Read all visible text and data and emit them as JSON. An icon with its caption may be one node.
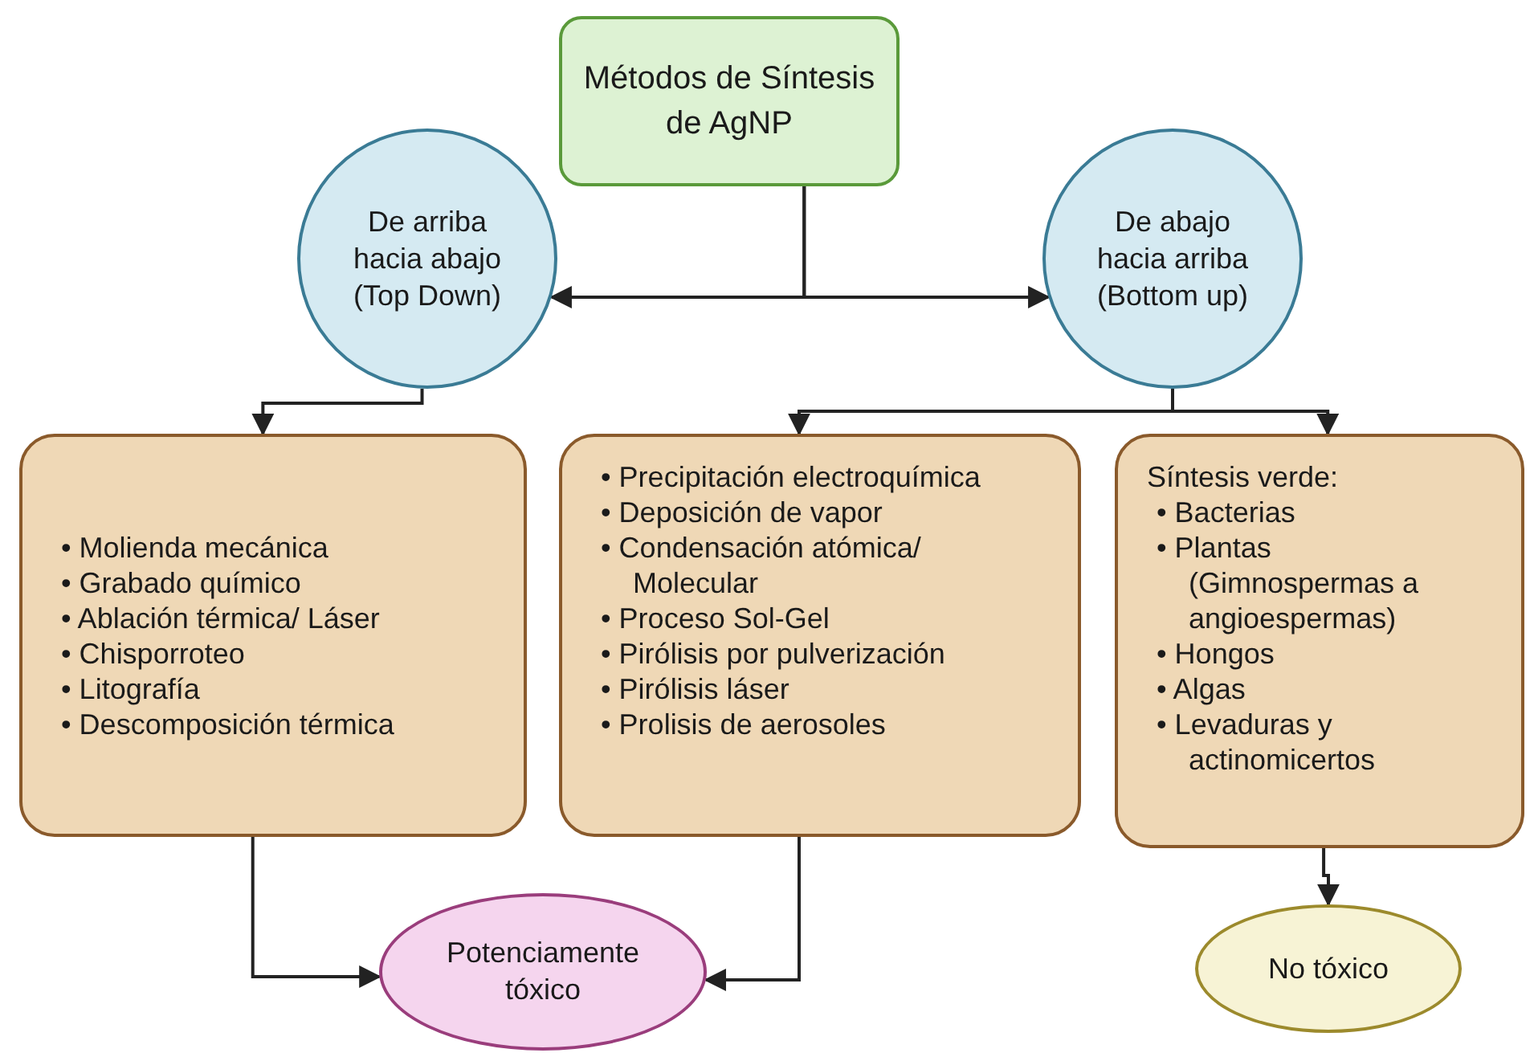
{
  "diagram": {
    "nodes": [
      {
        "text": [
          "Métodos de Síntesis de AgNP"
        ]
      },
      {
        "text": [
          "De arriba hacia abajo (Top Down)"
        ]
      },
      {
        "text": [
          "De abajo hacia arriba (Bottom up)"
        ]
      },
      {
        "text": [
          "• Molienda mecánica",
          "• Grabado químico",
          "• Ablación térmica/ Láser",
          "• Chisporroteo",
          "• Litografía",
          "• Descomposición térmica"
        ]
      },
      {
        "text": [
          "• Precipitación electroquímica",
          "• Deposición de vapor",
          "• Condensación atómica/ Molecular",
          "• Proceso Sol-Gel",
          "• Pirólisis por pulverización",
          "• Pirólisis láser",
          "• Prolisis de aerosoles"
        ]
      },
      {
        "text": [
          "Síntesis verde:",
          "• Bacterias",
          "• Plantas (Gimnospermas a angioespermas)",
          "• Hongos",
          "• Algas",
          "• Levaduras y actinomicertos"
        ]
      },
      {
        "text": [
          "Potenciamente tóxico"
        ]
      },
      {
        "text": [
          "No tóxico"
        ]
      }
    ],
    "edges": [
      {
        "from": 0,
        "to": 1,
        "arrow": "to"
      },
      {
        "from": 0,
        "to": 2,
        "arrow": "to"
      },
      {
        "from": 1,
        "to": 3,
        "arrow": "to"
      },
      {
        "from": 2,
        "to": 4,
        "arrow": "to"
      },
      {
        "from": 2,
        "to": 5,
        "arrow": "to"
      },
      {
        "from": 3,
        "to": 6,
        "arrow": "to"
      },
      {
        "from": 4,
        "to": 6,
        "arrow": "to"
      },
      {
        "from": 5,
        "to": 7,
        "arrow": "to"
      }
    ]
  }
}
